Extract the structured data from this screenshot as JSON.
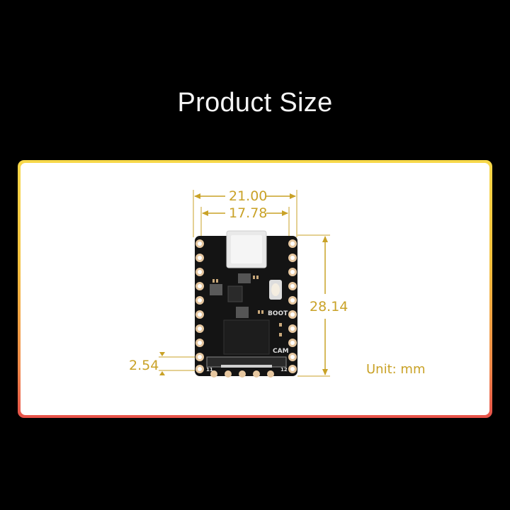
{
  "title": "Product Size",
  "dimensions": {
    "overall_width": "21.00",
    "pin_span_width": "17.78",
    "height": "28.14",
    "pin_pitch": "2.54"
  },
  "unit_label": "Unit: mm",
  "board": {
    "labels": {
      "boot": "BOOT",
      "cam": "CAM",
      "pin_left": "11",
      "pin_right": "12"
    }
  },
  "colors": {
    "background": "#000000",
    "panel": "#ffffff",
    "dimension": "#c9a227",
    "border_top": "#f7d84a",
    "border_bottom": "#e8524a",
    "pcb": "#141414",
    "pad": "#e6c7a0"
  }
}
